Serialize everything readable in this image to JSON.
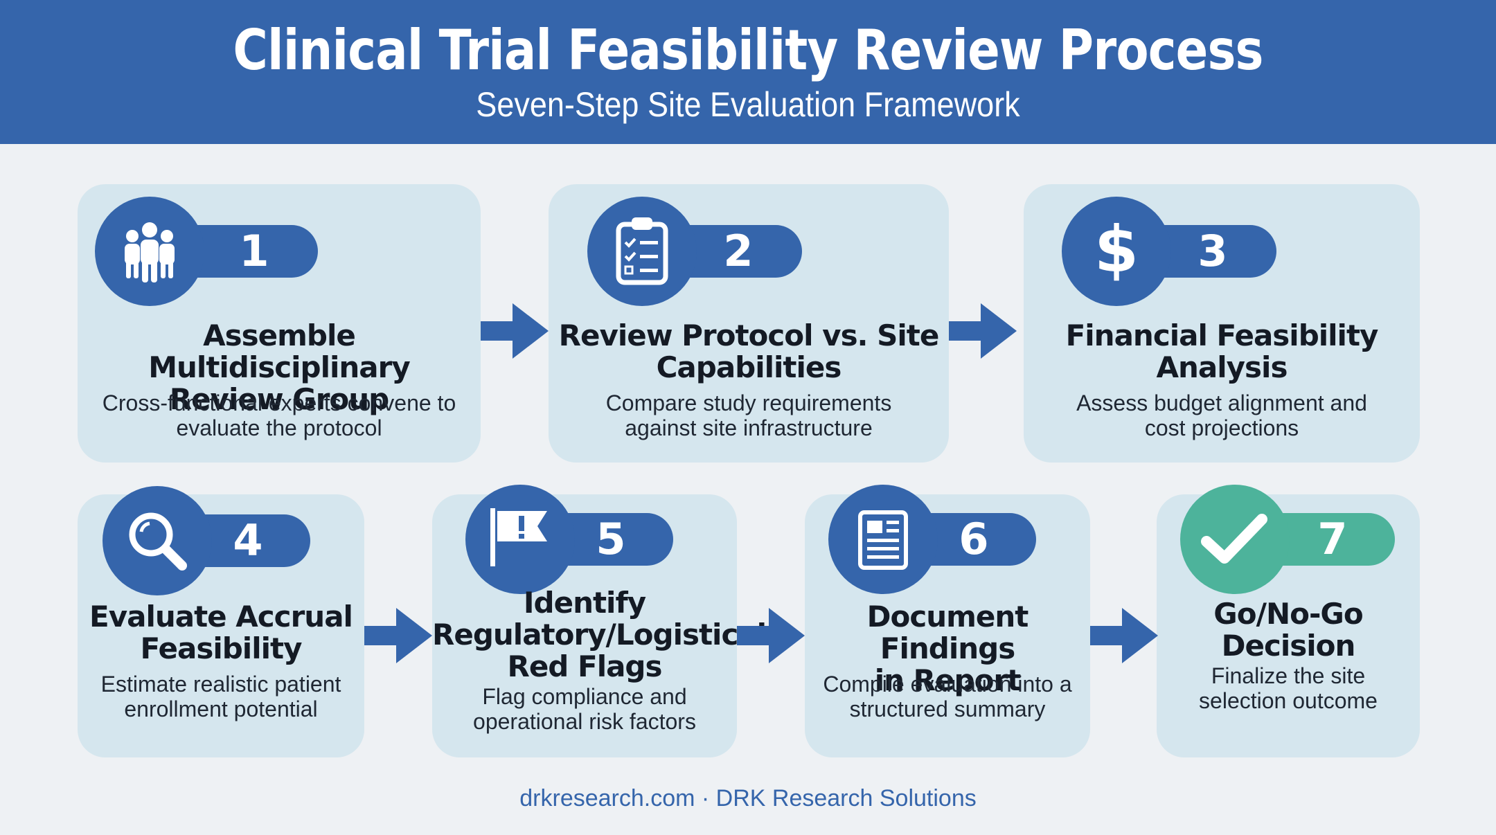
{
  "header": {
    "title": "Clinical Trial Feasibility Review Process",
    "subtitle": "Seven-Step Site Evaluation Framework"
  },
  "colors": {
    "header": "#3565ab",
    "card": "#d5e6ee",
    "accent": "#3565ab",
    "final_accent": "#4db39b"
  },
  "steps": [
    {
      "number": "1",
      "icon": "people-group-icon",
      "title_lines": [
        "Assemble Multidisciplinary",
        "Review Group"
      ],
      "desc_lines": [
        "Cross-functional experts convene to",
        "evaluate the protocol"
      ]
    },
    {
      "number": "2",
      "icon": "clipboard-checklist-icon",
      "title_lines": [
        "Review Protocol vs. Site",
        "Capabilities"
      ],
      "desc_lines": [
        "Compare study requirements",
        "against site infrastructure"
      ]
    },
    {
      "number": "3",
      "icon": "dollar-sign-icon",
      "title_lines": [
        "Financial Feasibility",
        "Analysis"
      ],
      "desc_lines": [
        "Assess budget alignment and",
        "cost projections"
      ]
    },
    {
      "number": "4",
      "icon": "magnifying-glass-icon",
      "title_lines": [
        "Evaluate Accrual",
        "Feasibility"
      ],
      "desc_lines": [
        "Estimate realistic patient",
        "enrollment potential"
      ]
    },
    {
      "number": "5",
      "icon": "warning-flag-icon",
      "title_lines": [
        "Identify",
        "Regulatory/Logistical",
        "Red Flags"
      ],
      "desc_lines": [
        "Flag compliance and",
        "operational risk factors"
      ]
    },
    {
      "number": "6",
      "icon": "document-report-icon",
      "title_lines": [
        "Document Findings",
        "in Report"
      ],
      "desc_lines": [
        "Compile evaluation into a",
        "structured summary"
      ]
    },
    {
      "number": "7",
      "icon": "checkmark-icon",
      "title_lines": [
        "Go/No-Go",
        "Decision"
      ],
      "desc_lines": [
        "Finalize the site",
        "selection outcome"
      ]
    }
  ],
  "footer": {
    "text": "drkresearch.com · DRK Research Solutions"
  }
}
